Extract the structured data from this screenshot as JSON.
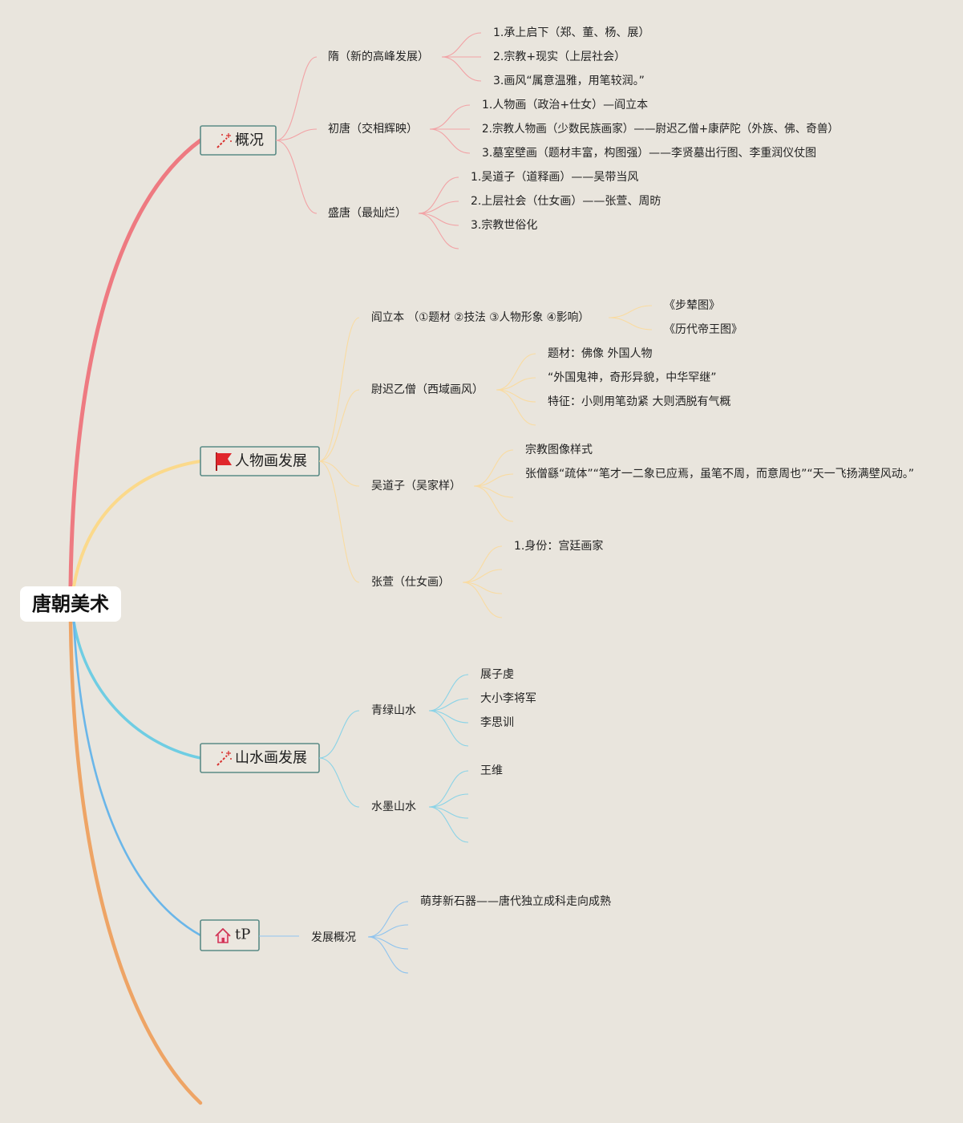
{
  "root": {
    "label": "唐朝美术"
  },
  "branches": [
    {
      "label": "概况",
      "icon": "magic-wand-icon",
      "color": "#ee7a81",
      "topics": [
        {
          "label": "隋（新的高峰发展）",
          "items": [
            "1.承上启下（郑、董、杨、展）",
            "2.宗教+现实（上层社会）",
            "3.画风“属意温雅，用笔较润。”"
          ]
        },
        {
          "label": "初唐（交相辉映）",
          "items": [
            "1.人物画（政治+仕女）—阎立本",
            "2.宗教人物画（少数民族画家）——尉迟乙僧+康萨陀（外族、佛、奇兽）",
            "3.墓室壁画（题材丰富，构图强）——李贤墓出行图、李重润仪仗图"
          ]
        },
        {
          "label": "盛唐（最灿烂）",
          "items": [
            "1.吴道子（道释画）——吴带当风",
            "2.上层社会（仕女画）——张萱、周昉",
            "3.宗教世俗化"
          ]
        }
      ]
    },
    {
      "label": "人物画发展",
      "icon": "red-flag-icon",
      "color": "#fbd98b",
      "topics": [
        {
          "label": "阎立本 （①题材 ②技法 ③人物形象 ④影响）",
          "items": [
            "《步辇图》",
            "《历代帝王图》"
          ]
        },
        {
          "label": "尉迟乙僧（西域画风）",
          "items": [
            "题材：佛像 外国人物",
            "“外国鬼神，奇形异貌，中华罕继”",
            "特征：小则用笔劲紧 大则洒脱有气概"
          ]
        },
        {
          "label": "吴道子（吴家样）",
          "items": [
            "宗教图像样式",
            "张僧繇“疏体”“笔才一二象已应焉，虽笔不周，而意周也”“天一飞扬满壁风动。”"
          ]
        },
        {
          "label": "张萱（仕女画）",
          "items": [
            "1.身份：宫廷画家"
          ]
        }
      ]
    },
    {
      "label": "山水画发展",
      "icon": "magic-wand-icon",
      "color": "#6fcde3",
      "topics": [
        {
          "label": "青绿山水",
          "items": [
            "展子虔",
            "大小李将军",
            "李思训"
          ]
        },
        {
          "label": "水墨山水",
          "items": [
            "王维"
          ]
        }
      ]
    },
    {
      "label": "tP",
      "icon": "house-icon",
      "color": "#6ab6e9",
      "topics": [
        {
          "label": "发展概况",
          "items": [
            "萌芽新石器——唐代独立成科走向成熟"
          ]
        }
      ]
    }
  ]
}
